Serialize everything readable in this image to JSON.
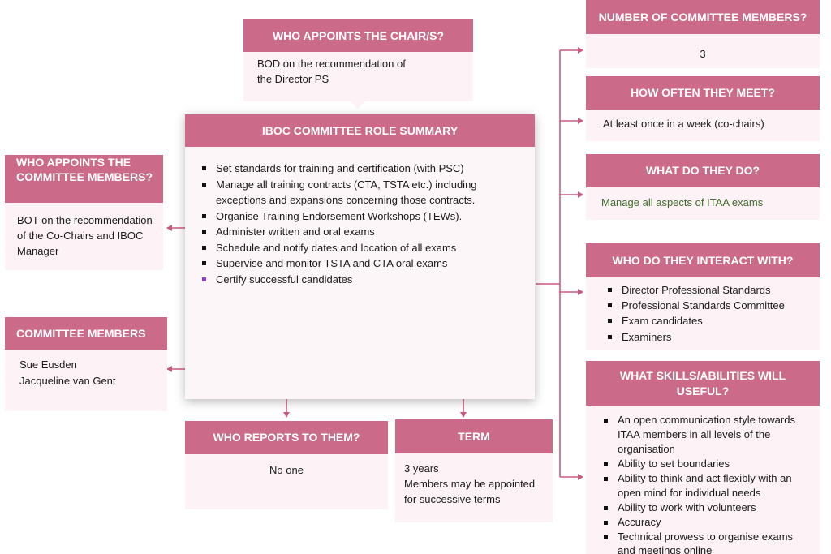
{
  "chair": {
    "header": "WHO APPOINTS THE CHAIR/S?",
    "line1": "BOD on the recommendation of",
    "line2": "the Director PS"
  },
  "summary": {
    "header": "IBOC COMMITTEE ROLE SUMMARY",
    "items": [
      "Set standards for training and certification (with PSC)",
      "Manage all training contracts (CTA, TSTA etc.) including exceptions and expansions concerning those contracts.",
      "Organise Training Endorsement Workshops (TEWs).",
      "Administer written and oral exams",
      "Schedule and notify dates and location of all exams",
      "Supervise and monitor TSTA and CTA oral exams",
      "Certify successful candidates"
    ]
  },
  "appoints_members": {
    "header_line1": "WHO APPOINTS THE",
    "header_line2": "COMMITTEE MEMBERS?",
    "line1": "BOT on the recommendation",
    "line2": "of the Co-Chairs and IBOC",
    "line3": "Manager"
  },
  "committee_members": {
    "header": "COMMITTEE MEMBERS",
    "names": [
      "Sue Eusden",
      "Jacqueline van Gent"
    ]
  },
  "reports": {
    "header": "WHO REPORTS TO THEM?",
    "text": "No one"
  },
  "term": {
    "header": "TERM",
    "line1": "3 years",
    "line2": "Members may be appointed",
    "line3": "for successive terms"
  },
  "number": {
    "header": "NUMBER OF COMMITTEE MEMBERS?",
    "value": "3"
  },
  "meet": {
    "header": "HOW OFTEN THEY MEET?",
    "text": "At least once in a week (co-chairs)"
  },
  "do": {
    "header": "WHAT DO THEY DO?",
    "text": "Manage all aspects of ITAA exams"
  },
  "interact": {
    "header": "WHO DO THEY INTERACT WITH?",
    "items": [
      "Director Professional Standards",
      "Professional Standards Committee",
      "Exam candidates",
      "Examiners"
    ]
  },
  "skills": {
    "header_line1": "WHAT SKILLS/ABILITIES WILL",
    "header_line2": "USEFUL?",
    "items": [
      "An open communication style towards ITAA members in all levels of the organisation",
      "Ability to set boundaries",
      "Ability to think and act flexibly with an open mind for individual needs",
      "Ability to work with volunteers",
      "Accuracy",
      "Technical prowess to organise exams and meetings online"
    ]
  },
  "colors": {
    "header": "#cc6a89",
    "body": "#fdf3f6",
    "connector": "#c95b80",
    "accent_text": "#3f6b2a"
  }
}
